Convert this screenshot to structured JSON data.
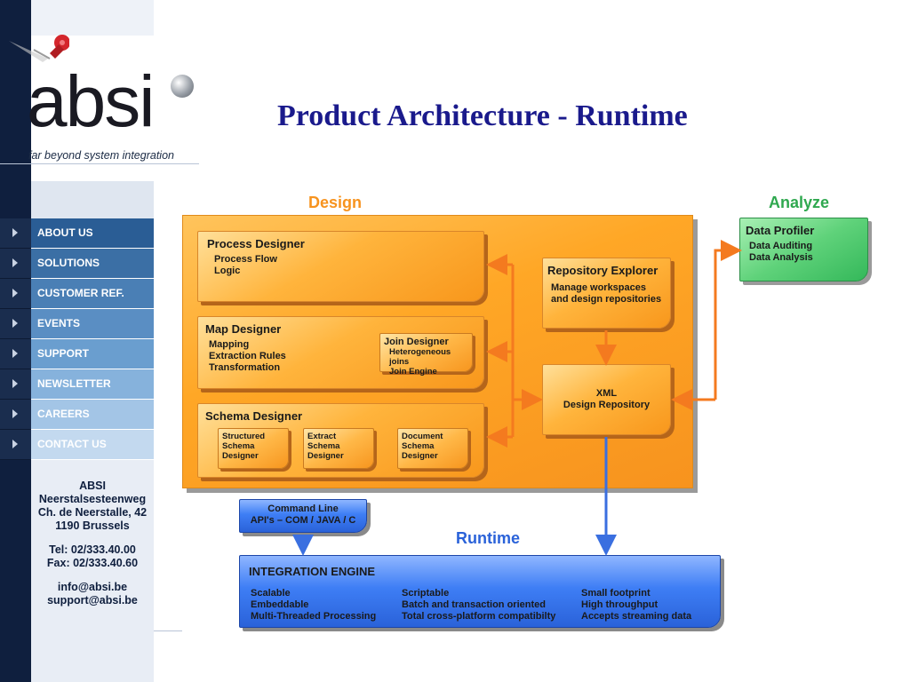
{
  "title": "Product Architecture - Runtime",
  "logo": {
    "text": "absi",
    "tagline": "far beyond system integration"
  },
  "nav": {
    "items": [
      {
        "label": "ABOUT US",
        "color": "#2a5d95"
      },
      {
        "label": "SOLUTIONS",
        "color": "#3b6fa5"
      },
      {
        "label": "CUSTOMER REF.",
        "color": "#4a7fb5"
      },
      {
        "label": "EVENTS",
        "color": "#5a8ec3"
      },
      {
        "label": "SUPPORT",
        "color": "#6a9ecf"
      },
      {
        "label": "NEWSLETTER",
        "color": "#86b2dc"
      },
      {
        "label": "CAREERS",
        "color": "#a3c5e6"
      },
      {
        "label": "CONTACT US",
        "color": "#c3d9ef"
      }
    ]
  },
  "contact": {
    "company": "ABSI",
    "address1": "Neerstalsesteenweg",
    "address2": "Ch. de Neerstalle, 42",
    "address3": "1190 Brussels",
    "tel": "Tel: 02/333.40.00",
    "fax": "Fax: 02/333.40.60",
    "email1": "info@absi.be",
    "email2": "support@absi.be"
  },
  "diagram": {
    "design_label": "Design",
    "analyze_label": "Analyze",
    "runtime_label": "Runtime",
    "process_designer": {
      "title": "Process Designer",
      "lines": [
        "Process Flow",
        "Logic"
      ]
    },
    "map_designer": {
      "title": "Map Designer",
      "lines": [
        "Mapping",
        "Extraction Rules",
        "Transformation"
      ]
    },
    "join_designer": {
      "title": "Join Designer",
      "lines": [
        "Heterogeneous joins",
        "Join Engine"
      ]
    },
    "schema_designer": {
      "title": "Schema Designer"
    },
    "structured_schema": [
      "Structured",
      "Schema",
      "Designer"
    ],
    "extract_schema": [
      "Extract",
      "Schema",
      "Designer"
    ],
    "document_schema": [
      "Document",
      "Schema",
      "Designer"
    ],
    "repository_explorer": {
      "title": "Repository Explorer",
      "lines": [
        "Manage workspaces",
        "and design repositories"
      ]
    },
    "xml_repository": {
      "lines": [
        "XML",
        "Design Repository"
      ]
    },
    "data_profiler": {
      "title": "Data Profiler",
      "lines": [
        "Data Auditing",
        "Data Analysis"
      ]
    },
    "command_line": {
      "lines": [
        "Command Line",
        "API's – COM / JAVA / C"
      ]
    },
    "integration_engine": {
      "title": "INTEGRATION ENGINE",
      "col1": [
        "Scalable",
        "Embeddable",
        "Multi-Threaded Processing"
      ],
      "col2": [
        "Scriptable",
        "Batch and transaction oriented",
        "Total cross-platform compatibilty"
      ],
      "col3": [
        "Small footprint",
        "High throughput",
        "Accepts streaming data"
      ]
    },
    "colors": {
      "design": "#f7931e",
      "analyze": "#2fa84f",
      "runtime": "#2a62d9",
      "arrow_orange": "#f47a1f",
      "arrow_blue": "#3a6fe0"
    }
  }
}
